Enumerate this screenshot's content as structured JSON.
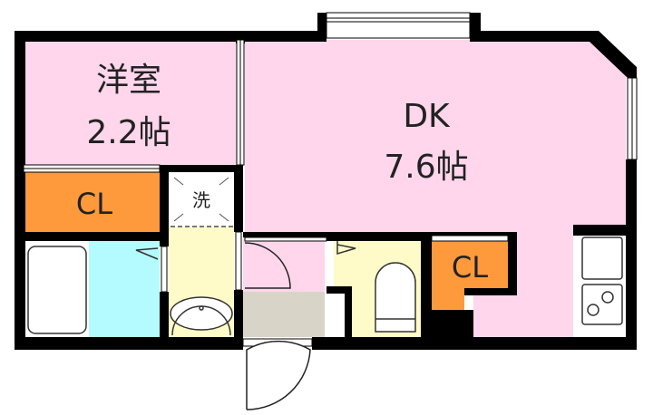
{
  "floor_plan": {
    "colors": {
      "wall": "#000000",
      "room_pink": "#ffd6ec",
      "closet_orange": "#ff9a3c",
      "bath_blue": "#b4fbff",
      "wash_yellow": "#fffbc8",
      "entrance_gray": "#d8d4c8",
      "fixture_white": "#ffffff",
      "background": "#ffffff"
    },
    "rooms": [
      {
        "id": "western-room",
        "name": "洋室",
        "size": "2.2帖"
      },
      {
        "id": "dk",
        "name": "DK",
        "size": "7.6帖"
      },
      {
        "id": "closet-1",
        "name": "CL"
      },
      {
        "id": "closet-2",
        "name": "CL"
      },
      {
        "id": "washer-space",
        "name": "洗"
      }
    ],
    "fixtures": [
      "bathtub",
      "washbasin",
      "toilet",
      "kitchen-sink",
      "stove-two-burner",
      "entrance-door",
      "interior-doors",
      "windows"
    ]
  }
}
